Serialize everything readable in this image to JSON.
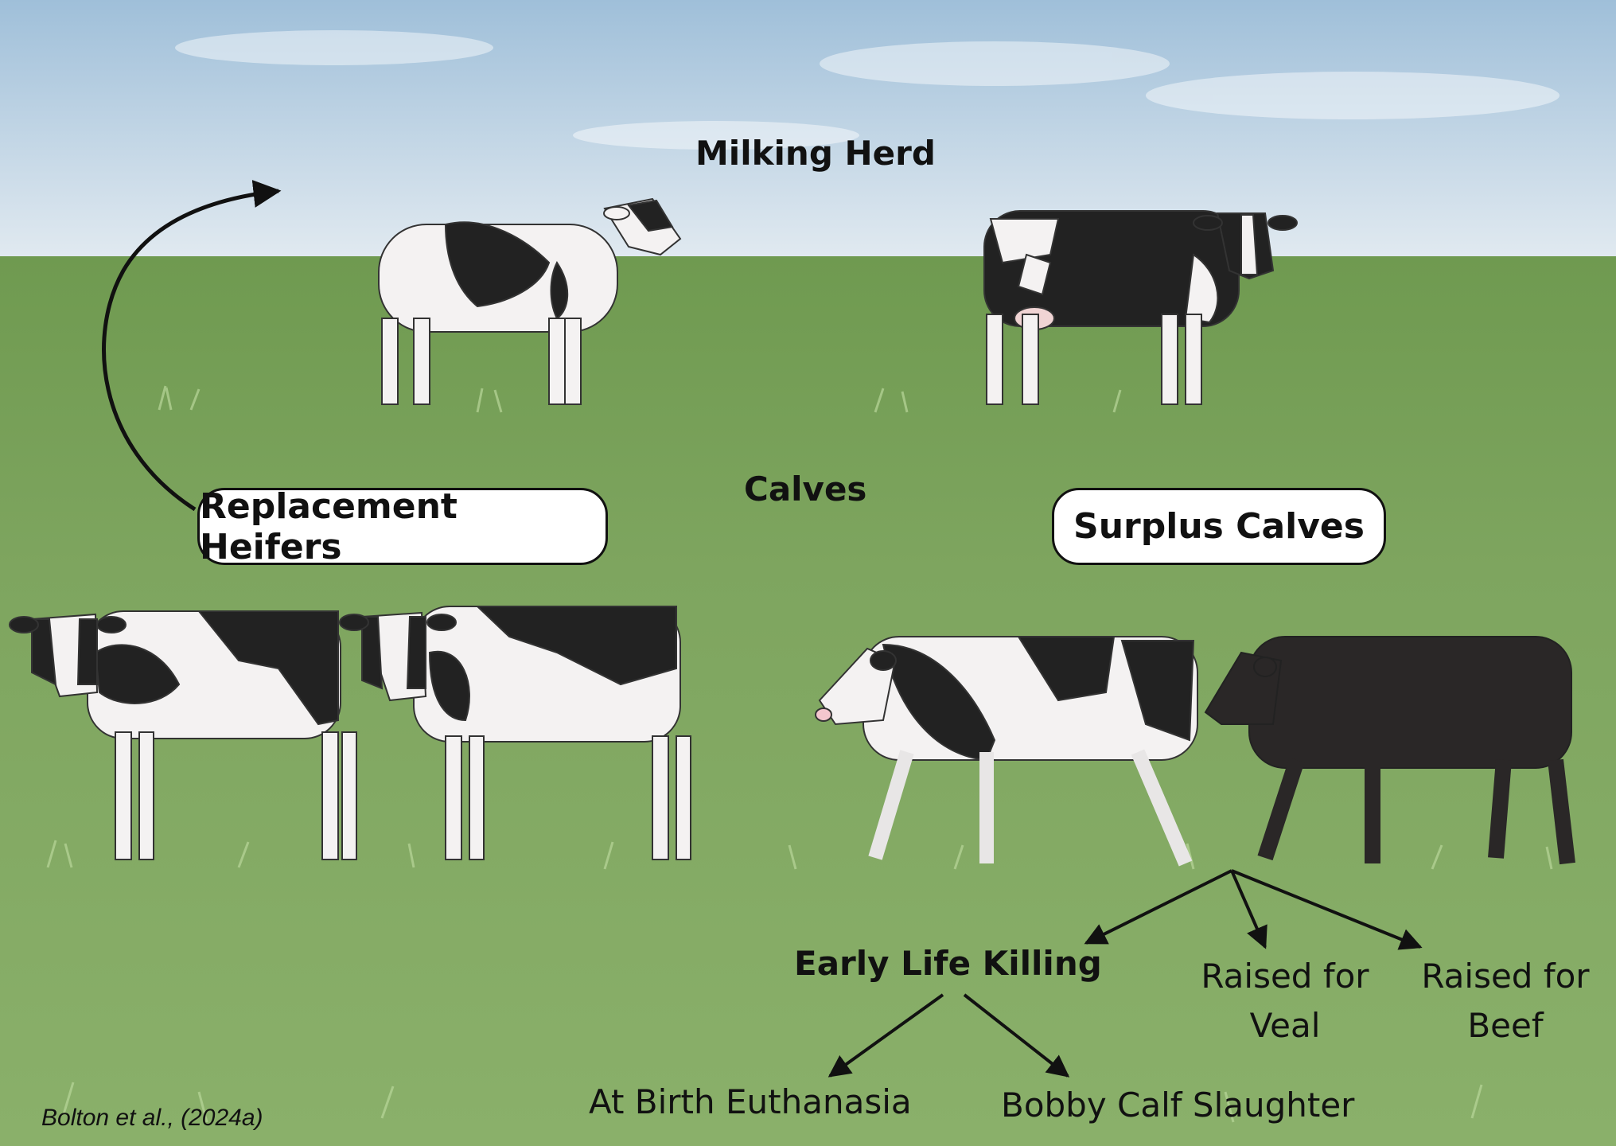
{
  "labels": {
    "milking_herd": "Milking Herd",
    "calves": "Calves",
    "replacement_heifers": "Replacement Heifers",
    "surplus_calves": "Surplus Calves",
    "early_life_killing": "Early Life Killing",
    "raised_for_veal": [
      "Raised for",
      "Veal"
    ],
    "raised_for_beef": [
      "Raised for",
      "Beef"
    ],
    "at_birth_euthanasia": "At Birth Euthanasia",
    "bobby_calf_slaughter": "Bobby Calf Slaughter"
  },
  "citation": "Bolton et al., (2024a)",
  "colors": {
    "sky_top": "#a9c4db",
    "sky_bottom": "#dfe8ef",
    "grass": "#7da35c",
    "grass_dark": "#5f8a44",
    "cow_white": "#f4f2f2",
    "cow_black": "#222222",
    "text": "#111111"
  }
}
